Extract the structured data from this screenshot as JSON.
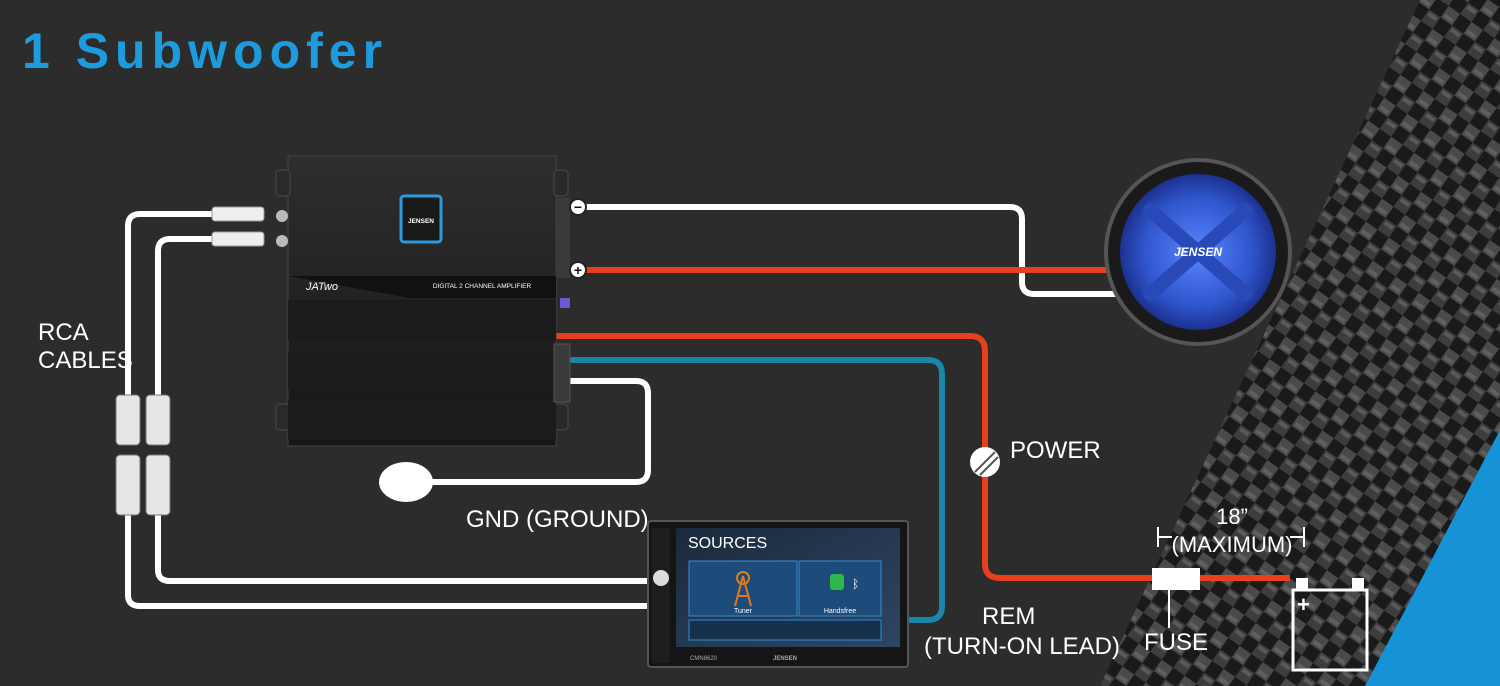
{
  "title": "1 Subwoofer",
  "labels": {
    "rca": [
      "RCA",
      "CABLES"
    ],
    "power": "POWER",
    "gnd": "GND (GROUND)",
    "rem": [
      "REM",
      "(TURN-ON LEAD)"
    ],
    "fuse": "FUSE",
    "distance": [
      "18”",
      "(MAXIMUM)"
    ]
  },
  "amplifier": {
    "brand": "JENSEN",
    "model": "JATwo",
    "subtitle": "DIGITAL 2 CHANNEL AMPLIFIER",
    "terminals": [
      "−",
      "+"
    ]
  },
  "subwoofer": {
    "brand": "JENSEN"
  },
  "head_unit": {
    "screen_title": "SOURCES",
    "sources": [
      "Tuner",
      "Handsfree"
    ],
    "model": "CMN8620",
    "brand": "JENSEN"
  },
  "battery": {
    "terminal": "+"
  },
  "colors": {
    "title": "#1e9bdc",
    "power_wire": "#e8401c",
    "remote_wire": "#1a86a8",
    "signal_wire": "#ffffff",
    "amp_badge": "#2b9be0",
    "woofer_cone": "#3560d8"
  },
  "icons": [
    "tuner-tower-icon",
    "phone-icon",
    "bluetooth-icon",
    "battery-icon",
    "fuse-icon",
    "ground-icon"
  ]
}
